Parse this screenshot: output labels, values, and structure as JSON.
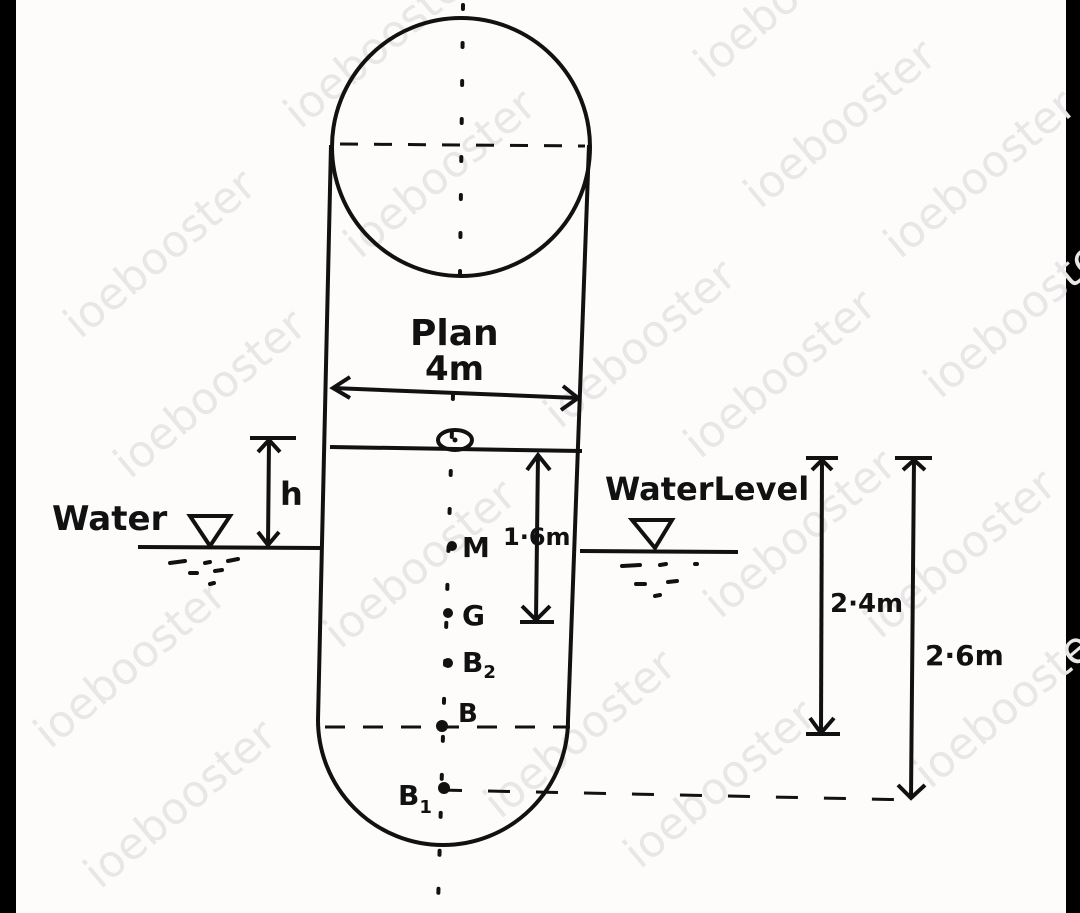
{
  "diagram": {
    "title": "Plan",
    "watermark": "ioebooster",
    "labels": {
      "plan": "Plan",
      "diameter": "4m",
      "section_marker": "1",
      "water_left": "Water",
      "water_right": "WaterLevel",
      "h": "h",
      "M": "M",
      "G": "G",
      "B2": "B",
      "B2_sub": "2",
      "B": "B",
      "B1": "B",
      "B1_sub": "1",
      "dim_MG": "1·6m",
      "dim_24": "2·4m",
      "dim_26": "2·6m"
    },
    "dimensions": {
      "diameter_m": 4,
      "top_to_G_m": 1.6,
      "top_to_B_level_m": 2.4,
      "top_to_B1_level_m": 2.6,
      "freeboard": "h"
    },
    "colors": {
      "ink": "#111111",
      "paper": "#fdfcfb",
      "border": "#000000",
      "watermark": "#e8e6e6"
    }
  }
}
